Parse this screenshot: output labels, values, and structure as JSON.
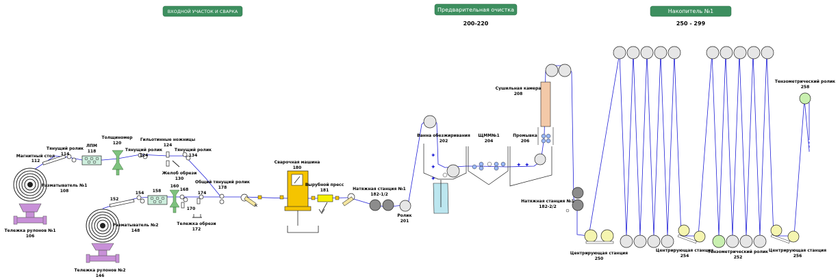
{
  "headers": {
    "welding": "ВХОДНОЙ УЧАСТОК И СВАРКА",
    "precleaning": "Предварительная очистка",
    "precleaning_range": "200-220",
    "accumulator": "Накопитель №1",
    "accumulator_range": "250 - 299"
  },
  "labels": {
    "magnetic_table": "Магнитный стол",
    "magnetic_table_num": "112",
    "pull_roll_1": "Тянущий ролик",
    "pull_roll_1_num": "114",
    "lpm": "ЛПМ",
    "lpm_num": "118",
    "thickness": "Толщиномер",
    "thickness_num": "120",
    "pull_roll_2": "Тянущий ролик",
    "pull_roll_2_num": "124",
    "shears": "Гильотинные ножницы",
    "shears_num": "124",
    "pull_roll_3": "Тянущий ролик",
    "pull_roll_3_num": "134",
    "scrap_chute": "Желоб обрези",
    "scrap_chute_num": "130",
    "uncoiler_1": "Разматыватель №1",
    "uncoiler_1_num": "108",
    "coil_car_1": "Тележка рулонов №1",
    "coil_car_1_num": "106",
    "n152": "152",
    "n154": "154",
    "n158": "158",
    "n160": "160",
    "n168": "168",
    "n174": "174",
    "n170": "170",
    "common_pull_roll": "Общий тянущий ролик",
    "common_pull_roll_num": "178",
    "scrap_cart": "Тележка обрези",
    "scrap_cart_num": "172",
    "uncoiler_2": "Разматыватель №2",
    "uncoiler_2_num": "148",
    "coil_car_2": "Тележка рулонов №2",
    "coil_car_2_num": "146",
    "welder": "Сварочная машина",
    "welder_num": "180",
    "punch": "Вырубной пресс",
    "punch_num": "181",
    "tension_1": "Натяжная станция №1",
    "tension_1_num": "182-1/2",
    "roll_201": "Ролик",
    "roll_201_num": "201",
    "degrease": "Ванна обезжиривания",
    "degrease_num": "202",
    "brush": "ЩММ№1",
    "brush_num": "204",
    "rinse": "Промывка",
    "rinse_num": "206",
    "dryer": "Сушильная камера",
    "dryer_num": "208",
    "tension_2": "Натяжная станция №1",
    "tension_2_num": "182-2/2",
    "centering_250": "Центрирующая станция",
    "centering_250_num": "250",
    "centering_254": "Центрирующая станция",
    "centering_254_num": "254",
    "tenso_252": "Тензометрический ролик",
    "tenso_252_num": "252",
    "centering_256": "Центрирующая станция",
    "centering_256_num": "256",
    "tenso_258": "Тензометрический ролик",
    "tenso_258_num": "258"
  },
  "colors": {
    "header_green": "#3d8f5f",
    "strip_blue": "#1f1fd6",
    "welder_yellow": "#f5c400",
    "roller_yellow": "#f5f5b0",
    "roller_grey": "#e6e6e6",
    "dark_roller": "#8c8c8c",
    "coil_car": "#c890d8",
    "guide_green": "#7ec27e",
    "lpm_fill": "#cdeedd",
    "dryer_fill": "#f3c9a8",
    "tenso_green": "#c9f0b0"
  }
}
